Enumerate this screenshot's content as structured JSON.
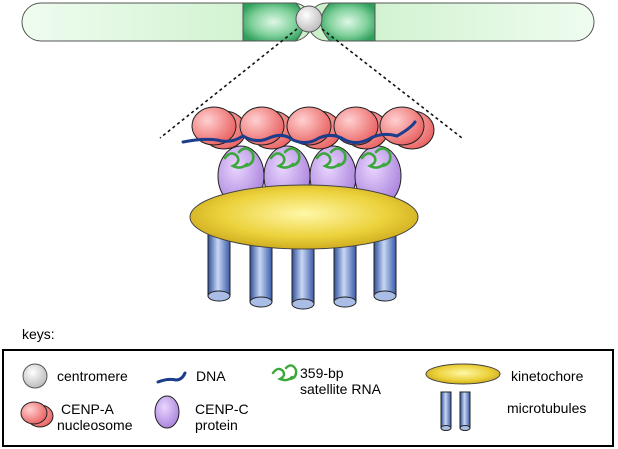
{
  "keys_title": "keys:",
  "legend": {
    "centromere": "centromere",
    "dna": "DNA",
    "rna_line1": "359-bp",
    "rna_line2": "satellite RNA",
    "kinetochore": "kinetochore",
    "cenpa_line1": "CENP-A",
    "cenpa_line2": "nucleosome",
    "cenpc_line1": "CENP-C",
    "cenpc_line2": "protein",
    "microtubules": "microtubules"
  },
  "colors": {
    "chromosome_light": "#e6f8e6",
    "chromosome_band": "#2e9e5a",
    "centromere": "#d8d8d8",
    "nucleosome": "#f07a7a",
    "dna": "#1c3c8c",
    "rna": "#3aa83a",
    "cenpc": "#b48ce0",
    "kinetochore": "#e8c830",
    "microtubule": "#6a8cc8"
  }
}
